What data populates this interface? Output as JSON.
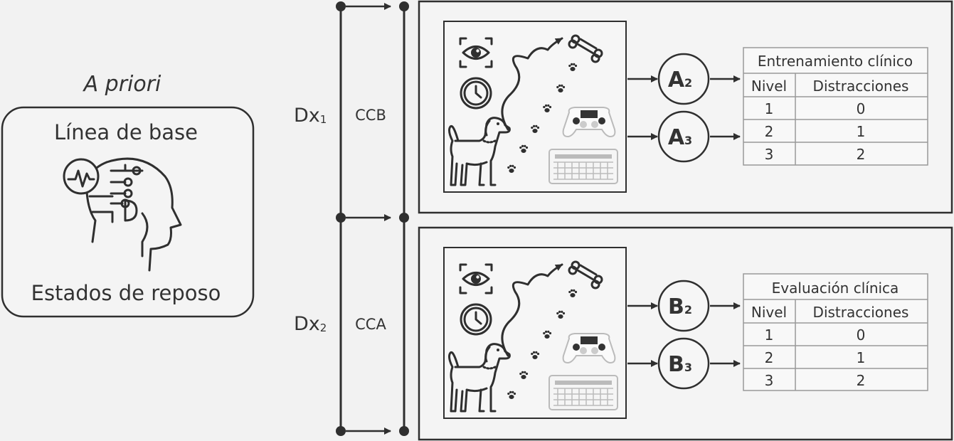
{
  "left": {
    "apriori": "A priori",
    "baseline": "Línea de base",
    "rest": "Estados de reposo"
  },
  "dx1": {
    "main": "Dx",
    "sub": "1"
  },
  "dx2": {
    "main": "Dx",
    "sub": "2"
  },
  "ccb": "CCB",
  "cca": "CCA",
  "panel_top": {
    "circles": [
      {
        "letter": "A",
        "sub": "2"
      },
      {
        "letter": "A",
        "sub": "3"
      }
    ],
    "table": {
      "title": "Entrenamiento clínico",
      "headers": [
        "Nivel",
        "Distracciones"
      ],
      "rows": [
        [
          "1",
          "0"
        ],
        [
          "2",
          "1"
        ],
        [
          "3",
          "2"
        ]
      ]
    }
  },
  "panel_bottom": {
    "circles": [
      {
        "letter": "B",
        "sub": "2"
      },
      {
        "letter": "B",
        "sub": "3"
      }
    ],
    "table": {
      "title": "Evaluación clínica",
      "headers": [
        "Nivel",
        "Distracciones"
      ],
      "rows": [
        [
          "1",
          "0"
        ],
        [
          "2",
          "1"
        ],
        [
          "3",
          "2"
        ]
      ]
    }
  },
  "colors": {
    "background": "#f2f2f2",
    "line": "#2f2f2f",
    "text": "#333333"
  }
}
